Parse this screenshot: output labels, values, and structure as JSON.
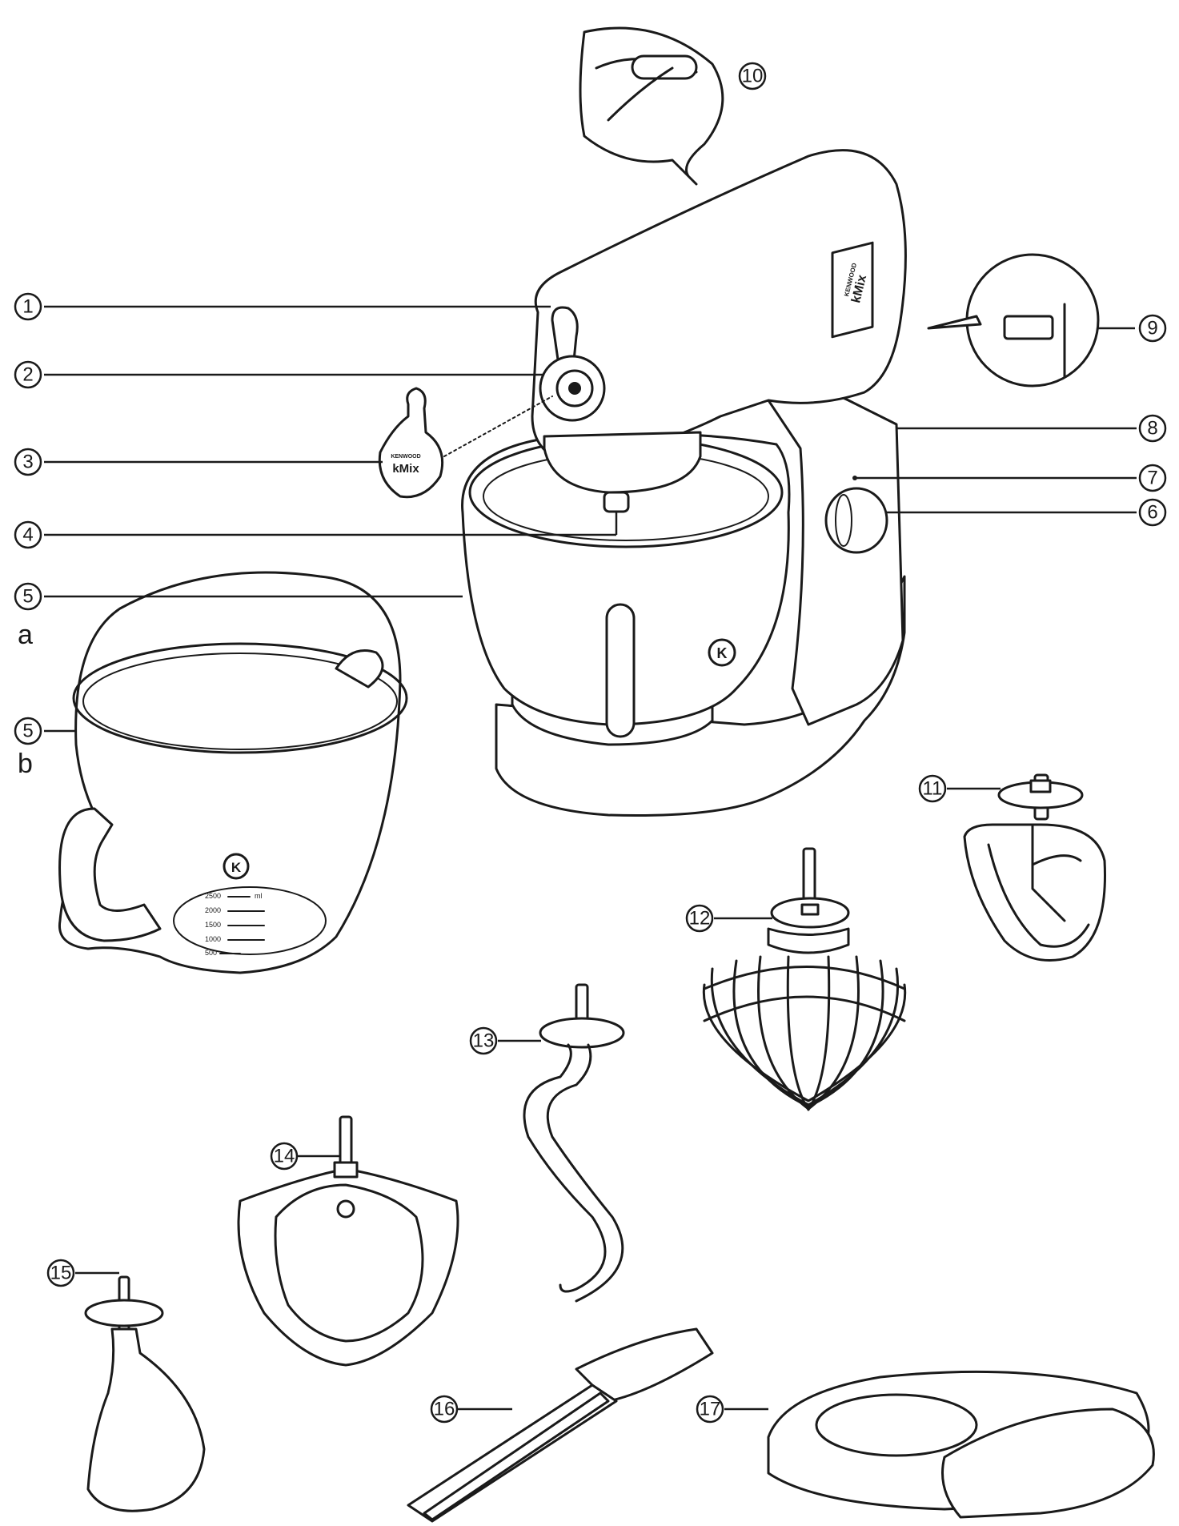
{
  "callouts": [
    {
      "id": "c1",
      "number": "1"
    },
    {
      "id": "c2",
      "number": "2"
    },
    {
      "id": "c3",
      "number": "3"
    },
    {
      "id": "c4",
      "number": "4"
    },
    {
      "id": "c5a",
      "number": "5"
    },
    {
      "id": "c5b",
      "number": "5"
    },
    {
      "id": "c6",
      "number": "6"
    },
    {
      "id": "c7",
      "number": "7"
    },
    {
      "id": "c8",
      "number": "8"
    },
    {
      "id": "c9",
      "number": "9"
    },
    {
      "id": "c10",
      "number": "10"
    },
    {
      "id": "c11",
      "number": "11"
    },
    {
      "id": "c12",
      "number": "12"
    },
    {
      "id": "c13",
      "number": "13"
    },
    {
      "id": "c14",
      "number": "14"
    },
    {
      "id": "c15",
      "number": "15"
    },
    {
      "id": "c16",
      "number": "16"
    },
    {
      "id": "c17",
      "number": "17"
    }
  ],
  "variant_labels": {
    "a": "a",
    "b": "b"
  },
  "branding": {
    "maker": "KENWOOD",
    "model": "kMix",
    "bowl_logo": "K"
  },
  "bowl_scale": {
    "unit": "ml",
    "marks": [
      "2500",
      "2000",
      "1500",
      "1000",
      "500"
    ]
  }
}
